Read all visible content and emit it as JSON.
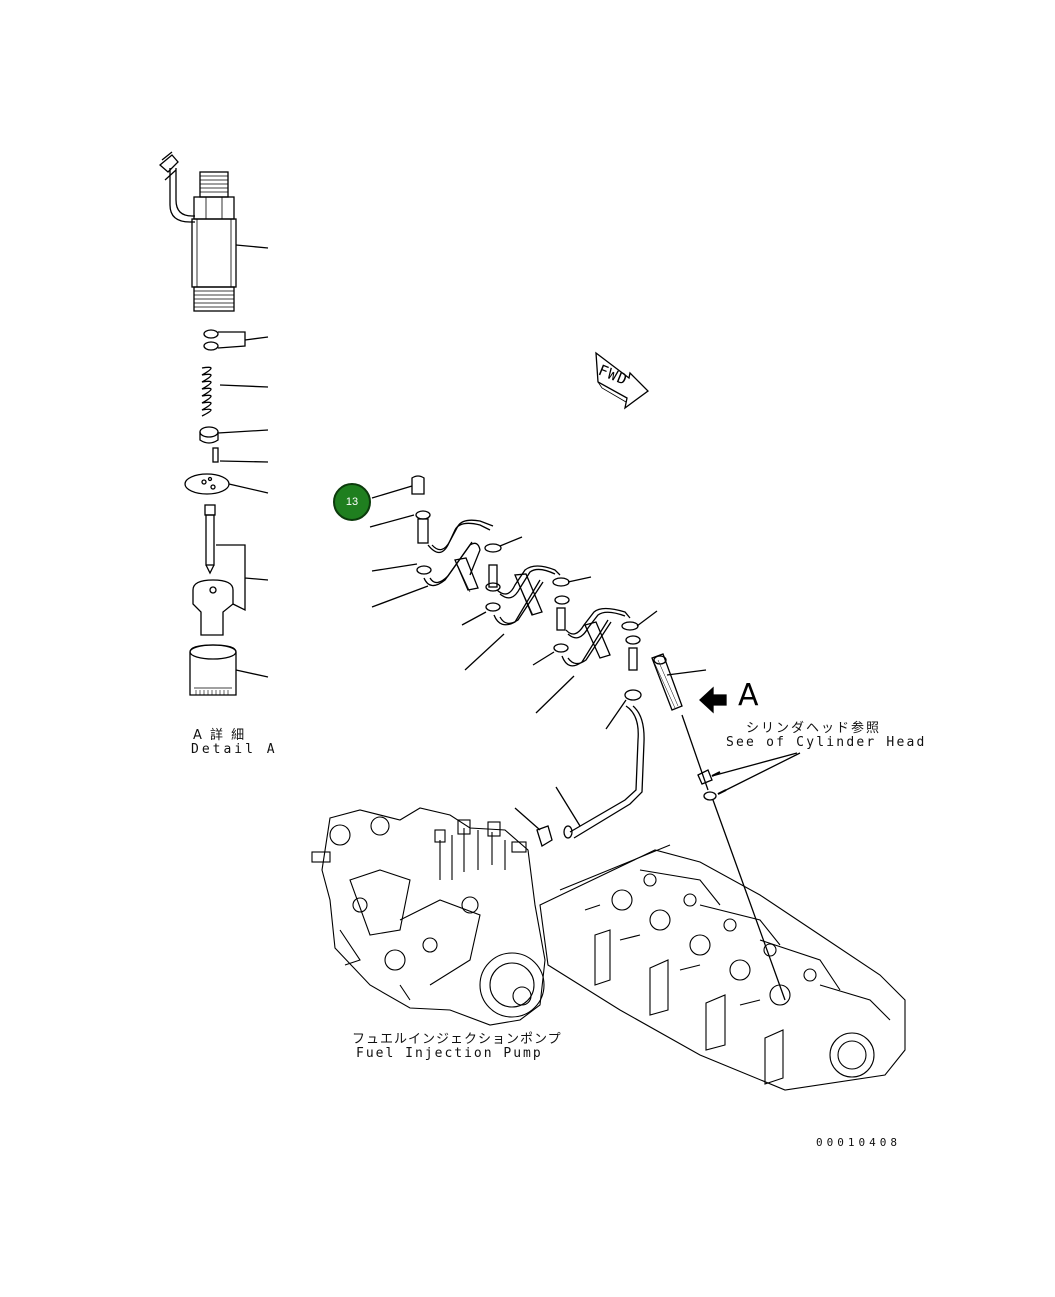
{
  "diagram": {
    "callout": "13",
    "fwd_label": "FWD",
    "view_letter": "A",
    "detail_jp": "A 詳 細",
    "detail_en": "Detail A",
    "cyl_jp": "シリンダヘッド参照",
    "cyl_en": "See of Cylinder Head",
    "pump_jp": "フュエルインジェクションポンプ",
    "pump_en": "Fuel Injection Pump",
    "drawing_no": "00010408"
  },
  "colors": {
    "callout_fill": "#1f7f1f",
    "line": "#000000"
  }
}
